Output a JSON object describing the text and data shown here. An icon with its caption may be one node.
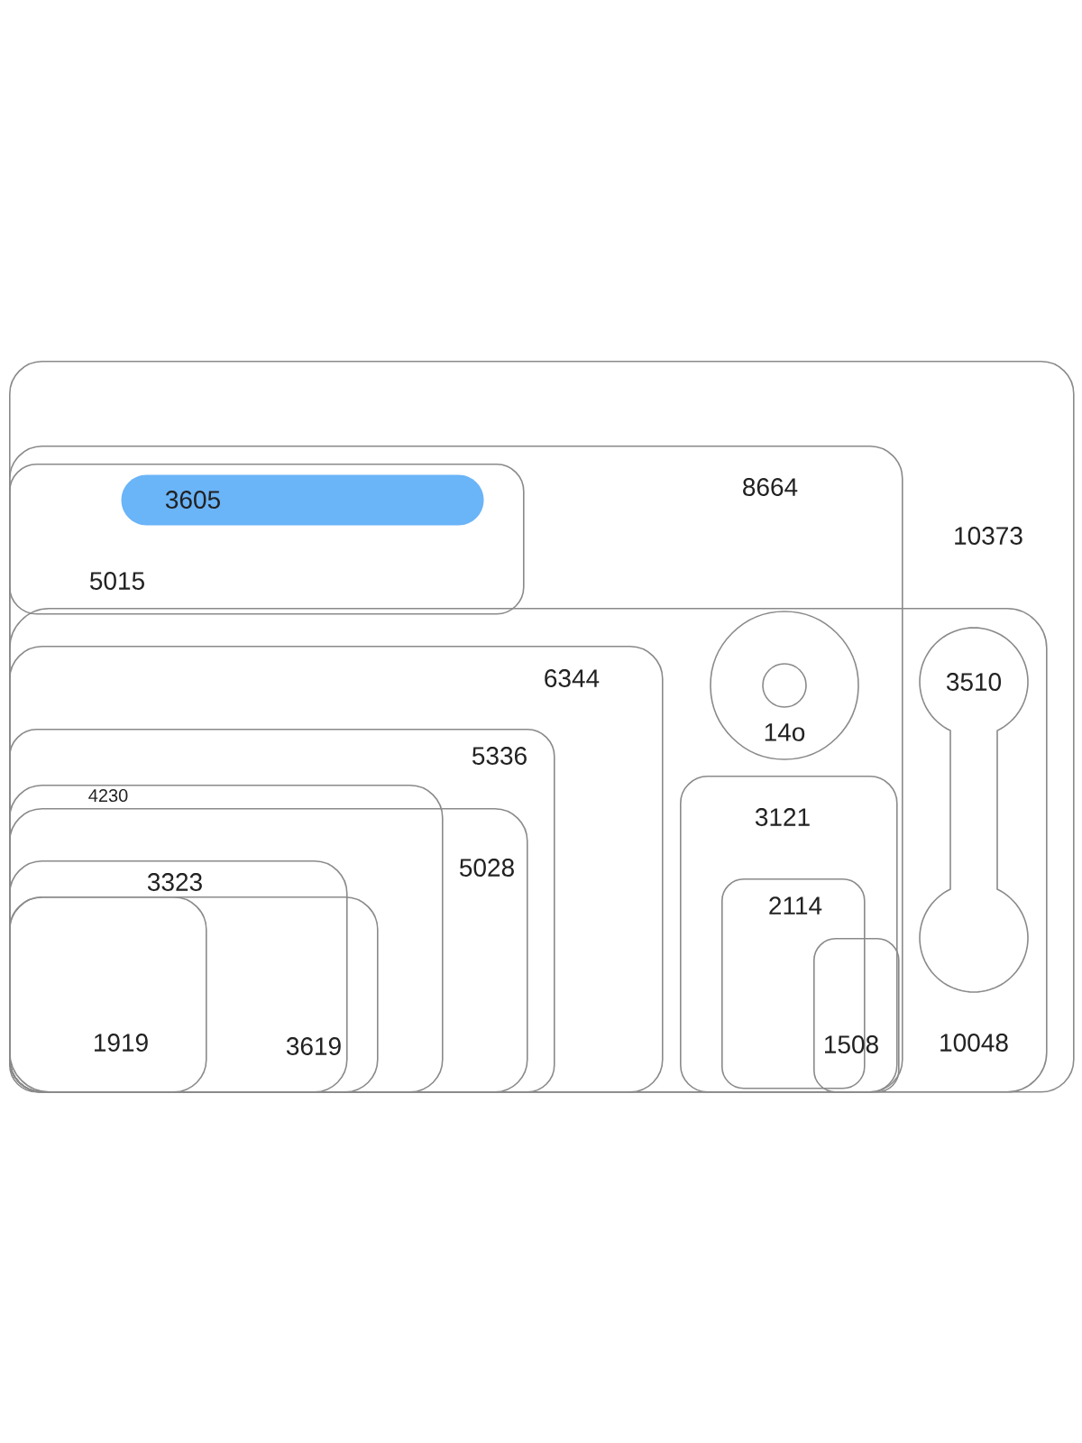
{
  "diagram": {
    "nodes": [
      {
        "text": [
          "10373"
        ]
      },
      {
        "text": [
          "8664"
        ],
        "in": 0
      },
      {
        "text": [
          "5015"
        ],
        "in": 1
      },
      {
        "text": [
          "3605"
        ],
        "in": 2
      },
      {
        "text": [
          "10048"
        ],
        "in": 0
      },
      {
        "text": [
          "6344"
        ],
        "in": 4
      },
      {
        "text": [
          "14o"
        ],
        "in": 4
      },
      {
        "text": [
          "3510"
        ],
        "in": 4
      },
      {
        "text": [
          "5336"
        ],
        "in": 5
      },
      {
        "text": [
          "3121"
        ],
        "in": 4
      },
      {
        "text": [
          "4230"
        ],
        "in": 8
      },
      {
        "text": [
          "5028"
        ],
        "in": 8
      },
      {
        "text": [
          "3323"
        ],
        "in": 10
      },
      {
        "text": [
          "2114"
        ],
        "in": 9
      },
      {
        "text": [
          "3619"
        ],
        "in": 10
      },
      {
        "text": [
          "1919"
        ],
        "in": 14
      },
      {
        "text": [
          "1508"
        ],
        "in": 9
      }
    ]
  }
}
